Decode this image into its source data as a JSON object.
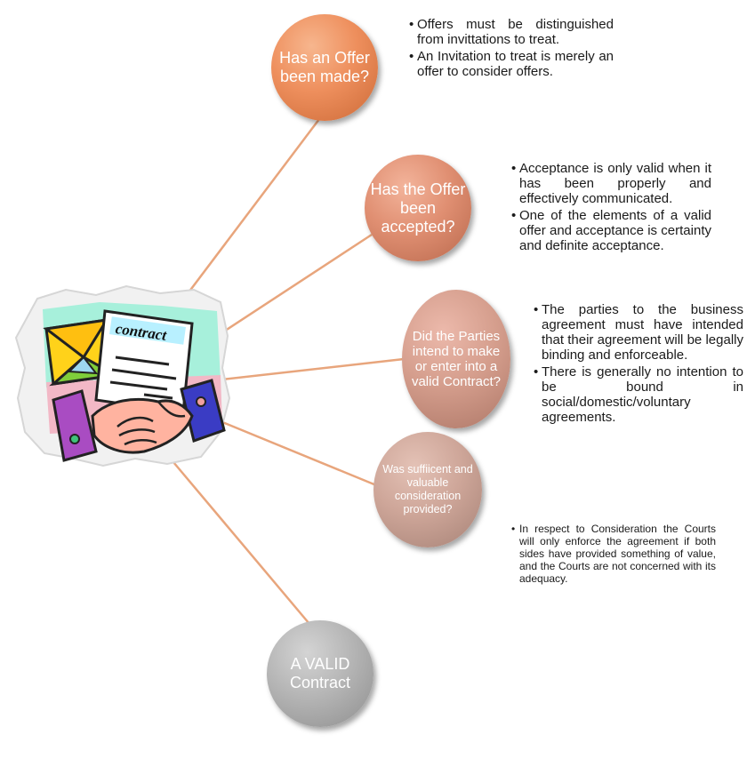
{
  "steps": [
    {
      "label": "Has an Offer been made?",
      "color": "#ee8f5d",
      "bullets": [
        "Offers must be distinguished from invittations to treat.",
        "An Invitation to treat is merely an offer to consider offers."
      ]
    },
    {
      "label": "Has the Offer been accepted?",
      "color": "#e08f72",
      "bullets": [
        "Acceptance is only valid when it has been properly and effectively communicated.",
        "One of the elements of a valid offer and acceptance is certainty and definite acceptance."
      ]
    },
    {
      "label": "Did the Parties intend to make or enter into a valid Contract?",
      "color": "#d59e8d",
      "bullets": [
        "The parties to the business agreement must have intended that their agreement will be legally binding and enforceable.",
        "There is generally no intention to be bound in social/domestic/voluntary agreements."
      ]
    },
    {
      "label": "Was suffiicent and valuable consideration provided?",
      "color": "#cea699",
      "bullets": [
        "In respect to Consideration the Courts will only enforce the agreement if both sides have provided something of value, and the Courts are not concerned with its adequacy."
      ]
    }
  ],
  "result": {
    "label": "A VALID Contract",
    "color": "#b5b5b5"
  },
  "clipart": {
    "document_word": "contract",
    "icon": "handshake-contract-icon"
  },
  "connector_color": "#e8a57c"
}
